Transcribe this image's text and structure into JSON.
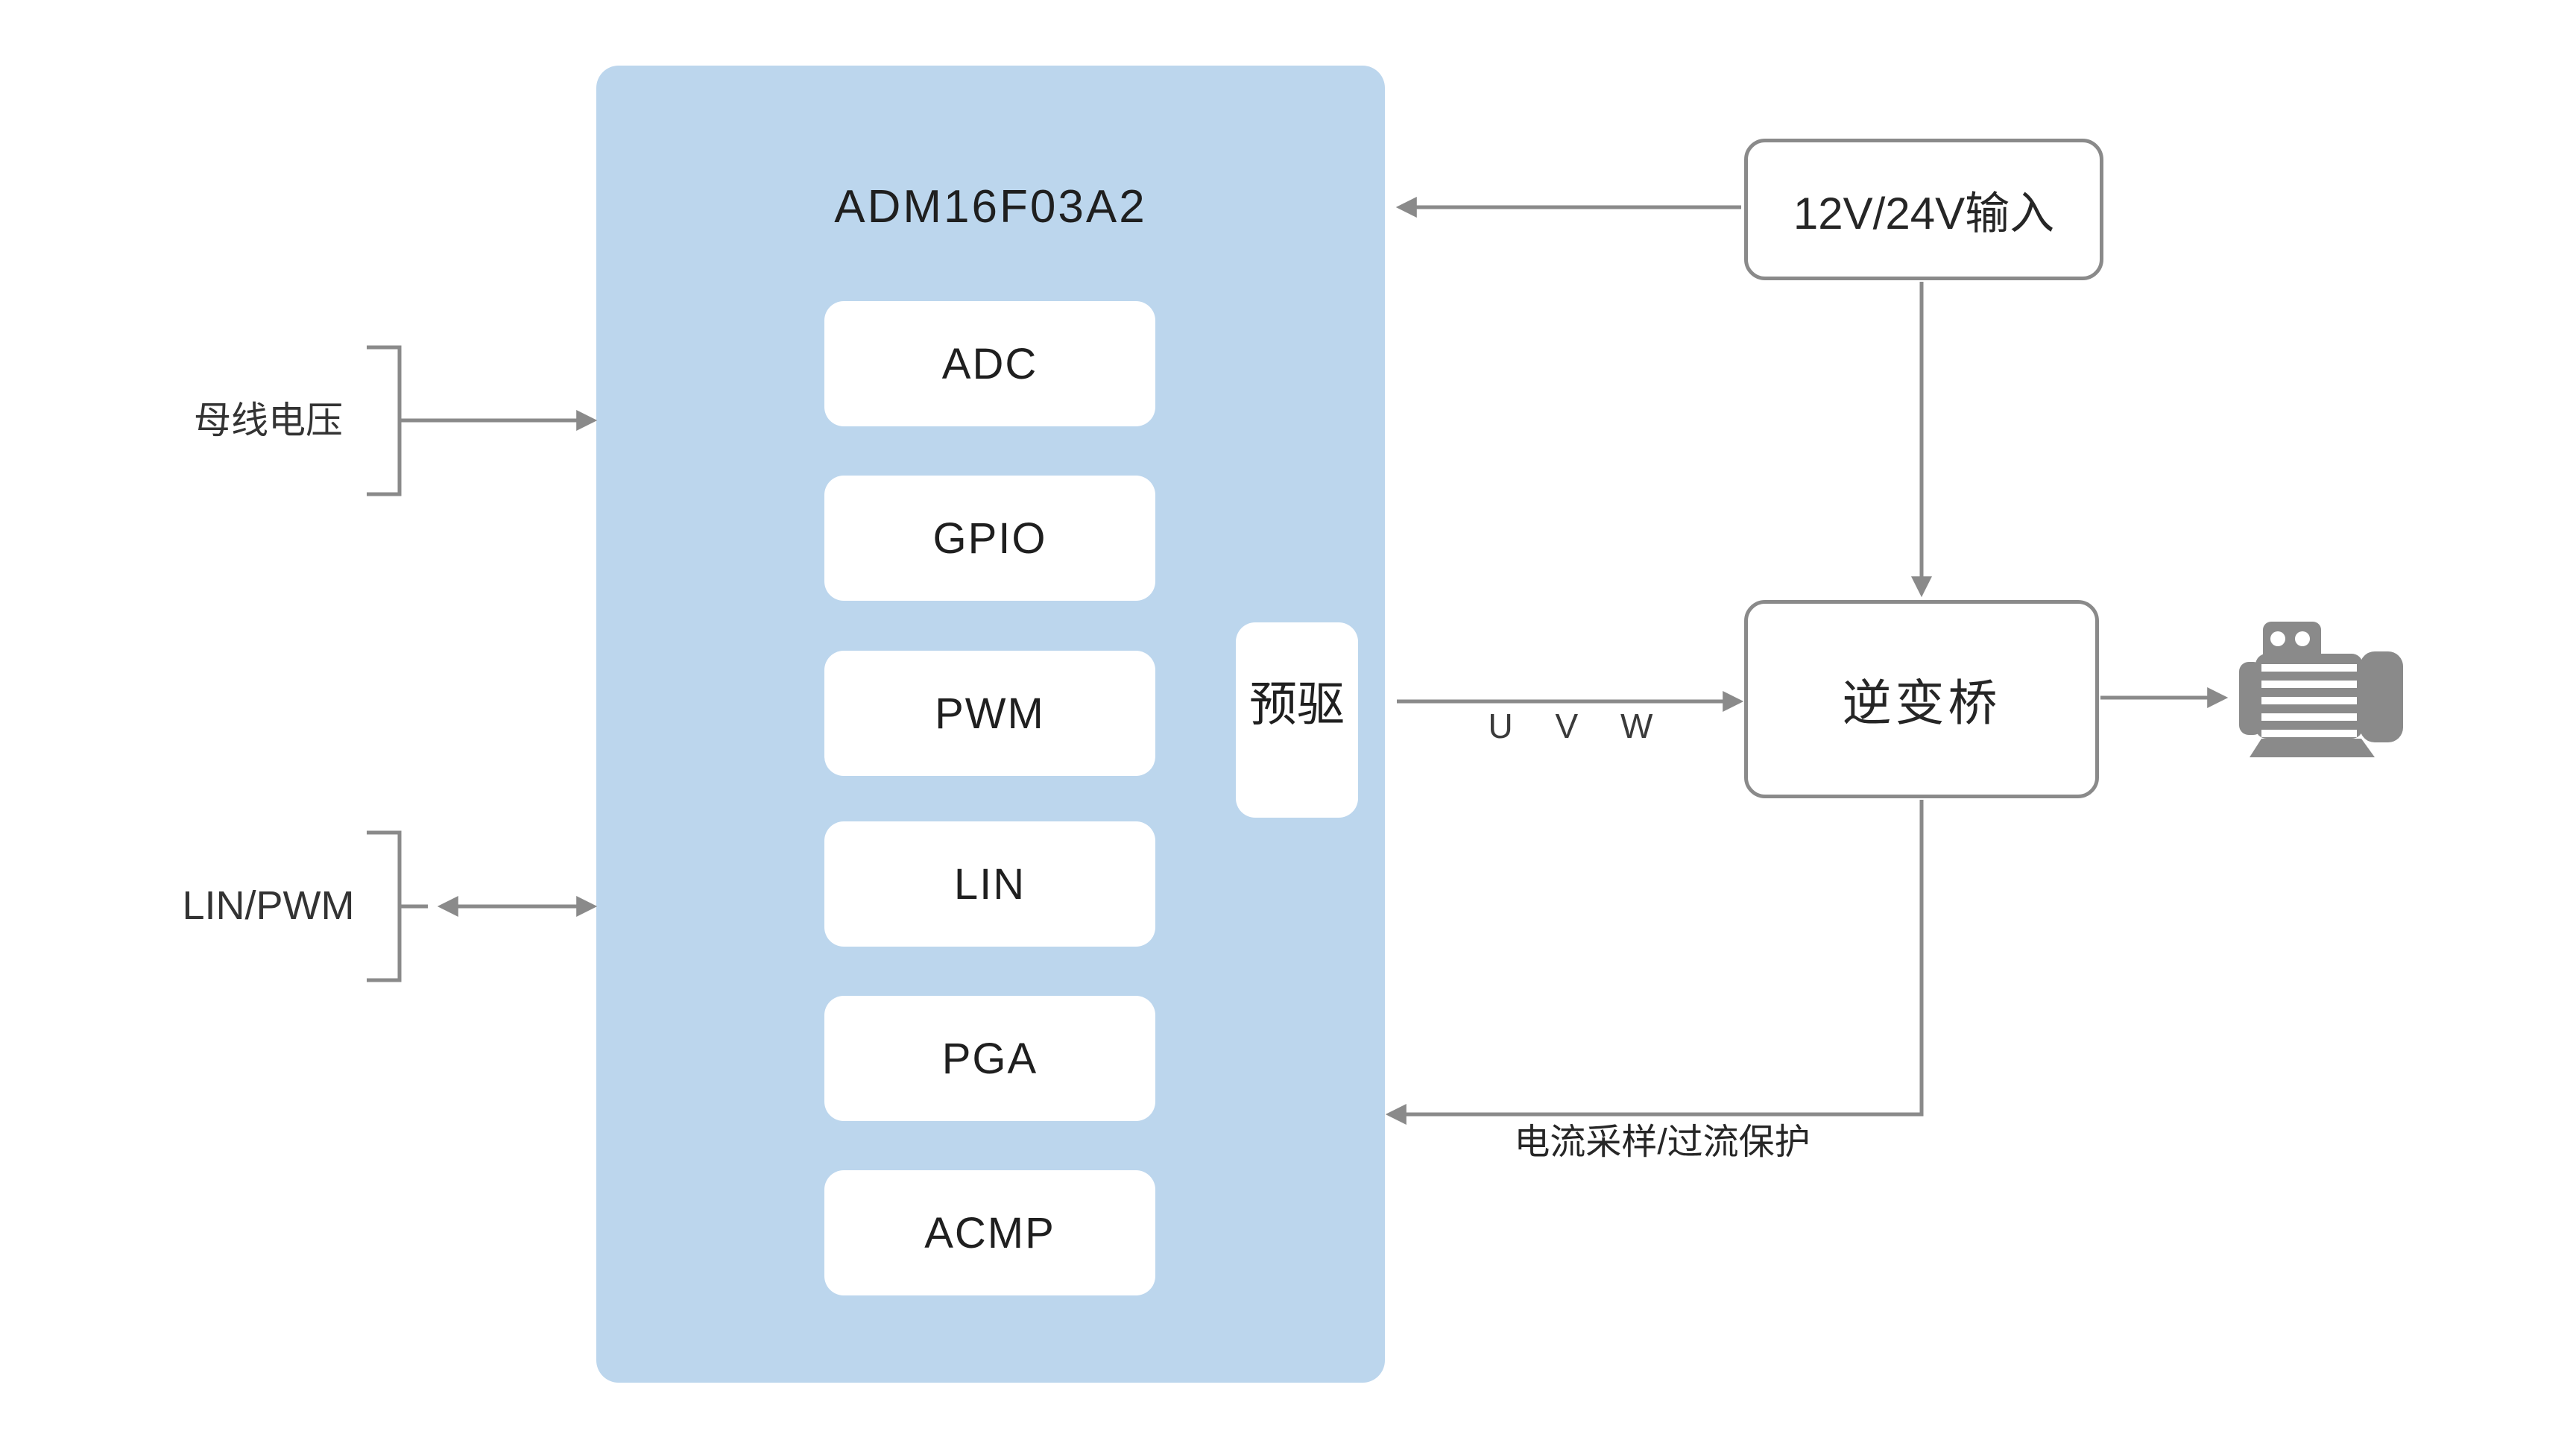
{
  "diagram": {
    "chip": {
      "title": "ADM16F03A2",
      "modules": [
        {
          "label": "ADC"
        },
        {
          "label": "GPIO"
        },
        {
          "label": "PWM"
        },
        {
          "label": "LIN"
        },
        {
          "label": "PGA"
        },
        {
          "label": "ACMP"
        }
      ],
      "predriver_label": "预驱"
    },
    "left_inputs": {
      "bus_voltage_label": "母线电压",
      "lin_pwm_label": "LIN/PWM"
    },
    "power_box_label": "12V/24V输入",
    "inverter_box_label": "逆变桥",
    "arrow_labels": {
      "uvw": "U V W",
      "current_feedback": "电流采样/过流保护"
    },
    "icons": {
      "motor": "motor-icon"
    },
    "colors": {
      "chip_fill": "#bcd6ed",
      "line_gray": "#8a8a8a",
      "text_dark": "#262626",
      "box_background": "#ffffff"
    }
  }
}
